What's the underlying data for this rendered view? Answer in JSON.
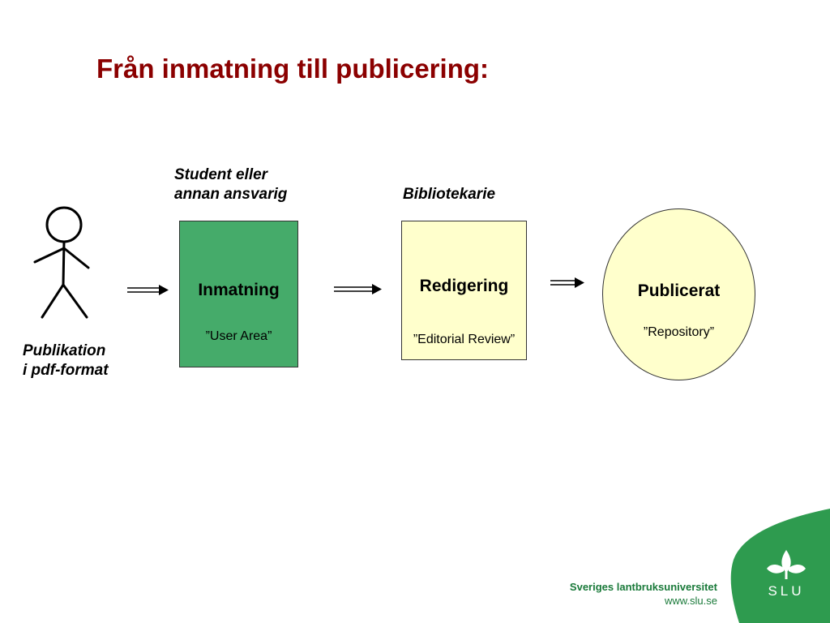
{
  "slide": {
    "title": "Från inmatning till publicering:",
    "title_color": "#8b0000"
  },
  "actor": {
    "label_line1": "Publikation",
    "label_line2": "i pdf-format"
  },
  "stages": [
    {
      "role_line1": "Student eller",
      "role_line2": "annan ansvarig",
      "title": "Inmatning",
      "subtitle": "”User Area”",
      "fill": "#45ab6a"
    },
    {
      "role_line1": "Bibliotekarie",
      "title": "Redigering",
      "subtitle": "”Editorial Review”",
      "fill": "#ffffcc"
    },
    {
      "title": "Publicerat",
      "subtitle": "”Repository”",
      "fill": "#ffffcc"
    }
  ],
  "footer": {
    "org_name": "Sveriges lantbruksuniversitet",
    "url": "www.slu.se",
    "logo_text": "SLU",
    "brand_color": "#2e9b4f",
    "text_color": "#1a7a3a"
  }
}
